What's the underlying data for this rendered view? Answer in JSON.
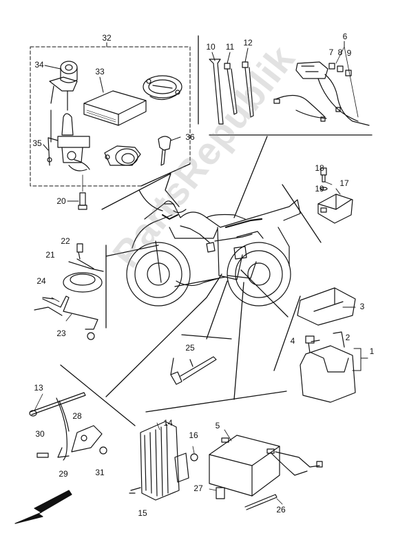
{
  "diagram": {
    "watermark": "PartsRepublik",
    "colors": {
      "ink": "#111111",
      "watermark": "#969696"
    },
    "callouts": {
      "c1": "1",
      "c2": "2",
      "c3": "3",
      "c4": "4",
      "c5": "5",
      "c6": "6",
      "c7": "7",
      "c8": "8",
      "c9": "9",
      "c10": "10",
      "c11": "11",
      "c12": "12",
      "c13": "13",
      "c14": "14",
      "c15": "15",
      "c16": "16",
      "c17": "17",
      "c18": "18",
      "c19": "19",
      "c20": "20",
      "c21": "21",
      "c22": "22",
      "c23": "23",
      "c24": "24",
      "c25": "25",
      "c26": "26",
      "c27": "27",
      "c28": "28",
      "c29": "29",
      "c30": "30",
      "c31": "31",
      "c32": "32",
      "c33": "33",
      "c34": "34",
      "c35": "35",
      "c36": "36"
    },
    "front_arrow_icon": "arrow-down-left-icon"
  }
}
